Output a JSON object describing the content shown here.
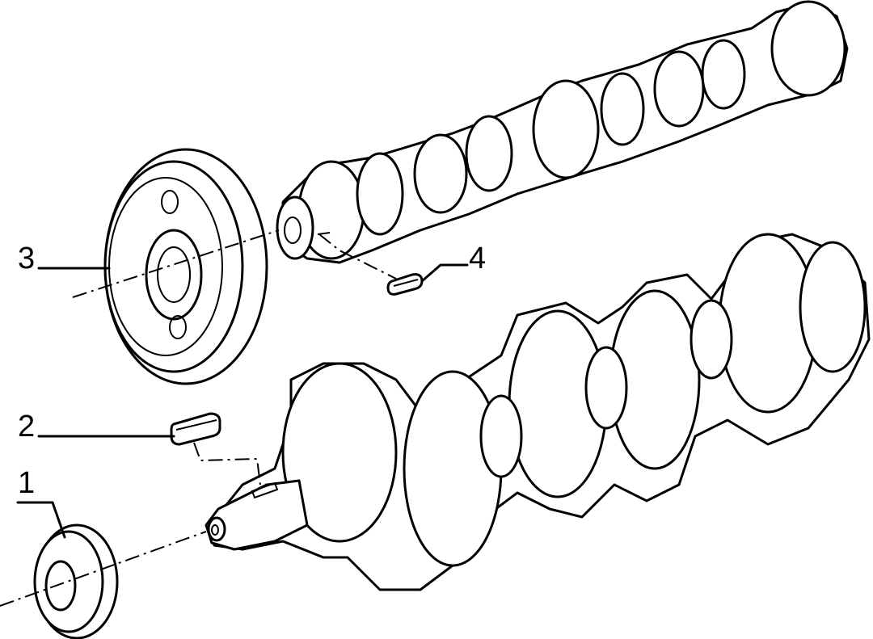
{
  "callouts": [
    {
      "id": "1",
      "label": "1"
    },
    {
      "id": "2",
      "label": "2"
    },
    {
      "id": "3",
      "label": "3"
    },
    {
      "id": "4",
      "label": "4"
    }
  ],
  "parts": [
    {
      "callout": "1",
      "icon": "crankshaft-gear-icon"
    },
    {
      "callout": "2",
      "icon": "crankshaft-key-icon"
    },
    {
      "callout": "3",
      "icon": "camshaft-gear-icon"
    },
    {
      "callout": "4",
      "icon": "camshaft-key-icon"
    }
  ],
  "colors": {
    "line": "#000000",
    "background": "#ffffff"
  }
}
